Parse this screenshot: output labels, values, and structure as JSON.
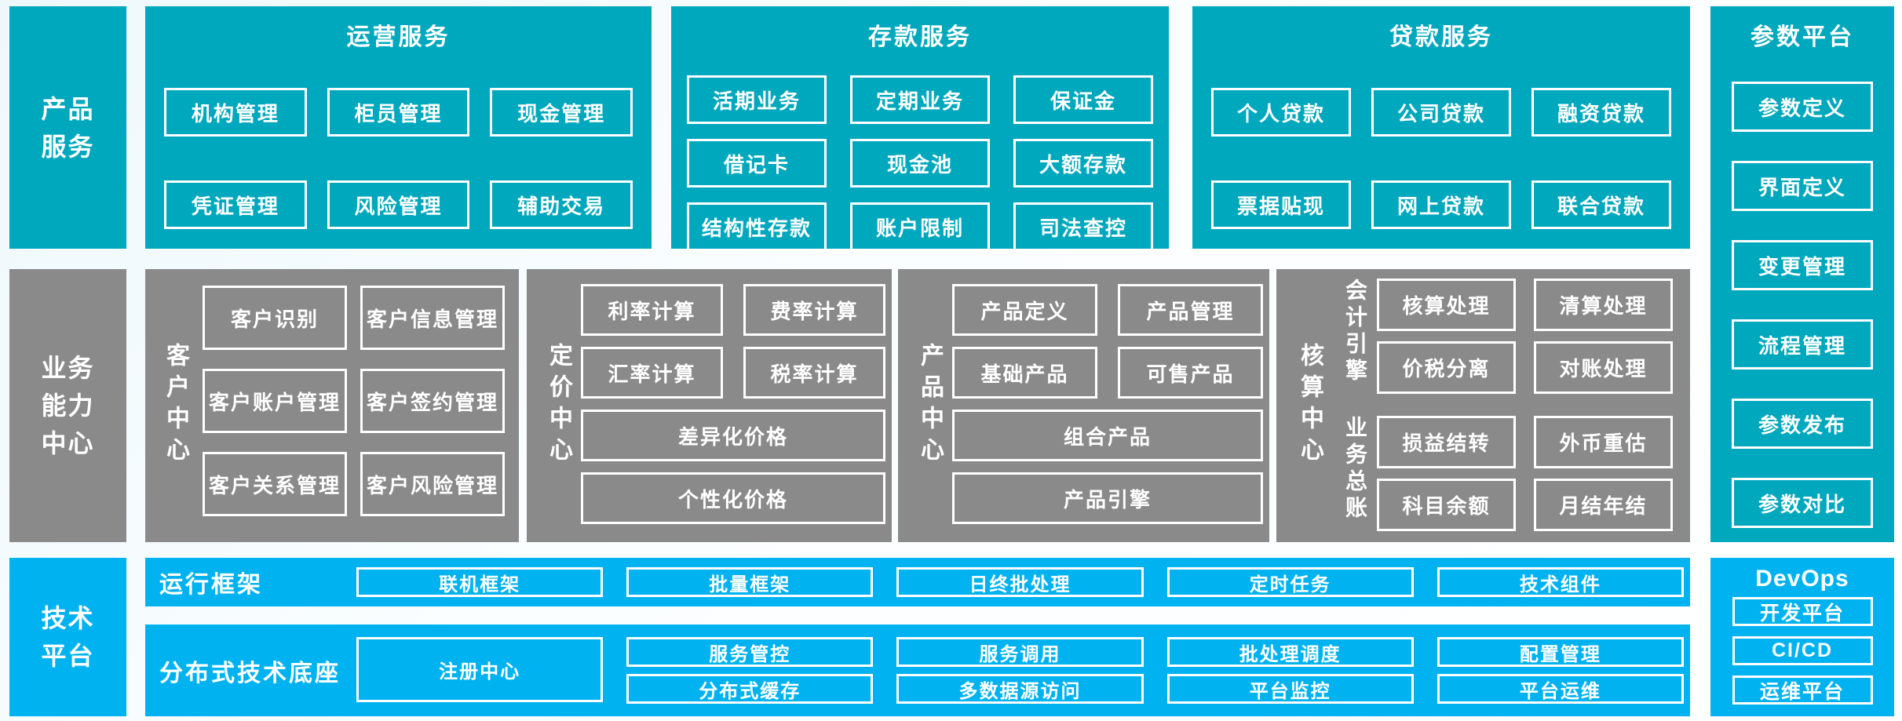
{
  "palette": {
    "teal": "#00a8bd",
    "gray": "#8a8a8a",
    "bright_blue": "#00b3f0",
    "box_border": "#ffffff",
    "box_text": "#ffffff",
    "background": "#f2fafd"
  },
  "left_rail": {
    "product_services": "产品\n服务",
    "business_centers": "业务\n能力\n中心",
    "tech_platform": "技术\n平台"
  },
  "operations": {
    "title": "运营服务",
    "items": [
      "机构管理",
      "柜员管理",
      "现金管理",
      "凭证管理",
      "风险管理",
      "辅助交易"
    ]
  },
  "deposit": {
    "title": "存款服务",
    "items": [
      "活期业务",
      "定期业务",
      "保证金",
      "借记卡",
      "现金池",
      "大额存款",
      "结构性存款",
      "账户限制",
      "司法查控"
    ]
  },
  "loan": {
    "title": "贷款服务",
    "items": [
      "个人贷款",
      "公司贷款",
      "融资贷款",
      "票据贴现",
      "网上贷款",
      "联合贷款"
    ]
  },
  "param_platform": {
    "title": "参数平台",
    "items": [
      "参数定义",
      "界面定义",
      "变更管理",
      "流程管理",
      "参数发布",
      "参数对比"
    ]
  },
  "customer_center": {
    "label": "客户中心",
    "items": [
      "客户识别",
      "客户信息管理",
      "客户账户管理",
      "客户签约管理",
      "客户关系管理",
      "客户风险管理"
    ]
  },
  "pricing_center": {
    "label": "定价中心",
    "pair_items": [
      "利率计算",
      "费率计算",
      "汇率计算",
      "税率计算"
    ],
    "wide_items": [
      "差异化价格",
      "个性化价格"
    ]
  },
  "product_center": {
    "label": "产品中心",
    "pair_items": [
      "产品定义",
      "产品管理",
      "基础产品",
      "可售产品"
    ],
    "wide_items": [
      "组合产品",
      "产品引擎"
    ]
  },
  "accounting_center": {
    "label": "核算中心",
    "groups": [
      {
        "label": "会计引擎",
        "items": [
          "核算处理",
          "清算处理",
          "价税分离",
          "对账处理"
        ]
      },
      {
        "label": "业务总账",
        "items": [
          "损益结转",
          "外币重估",
          "科目余额",
          "月结年结"
        ]
      }
    ]
  },
  "runtime_framework": {
    "label": "运行框架",
    "items": [
      "联机框架",
      "批量框架",
      "日终批处理",
      "定时任务",
      "技术组件"
    ]
  },
  "distributed_base": {
    "label": "分布式技术底座",
    "registry": "注册中心",
    "columns": [
      [
        "服务管控",
        "分布式缓存"
      ],
      [
        "服务调用",
        "多数据源访问"
      ],
      [
        "批处理调度",
        "平台监控"
      ],
      [
        "配置管理",
        "平台运维"
      ]
    ]
  },
  "devops": {
    "title": "DevOps",
    "items": [
      "开发平台",
      "CI/CD",
      "运维平台"
    ]
  }
}
